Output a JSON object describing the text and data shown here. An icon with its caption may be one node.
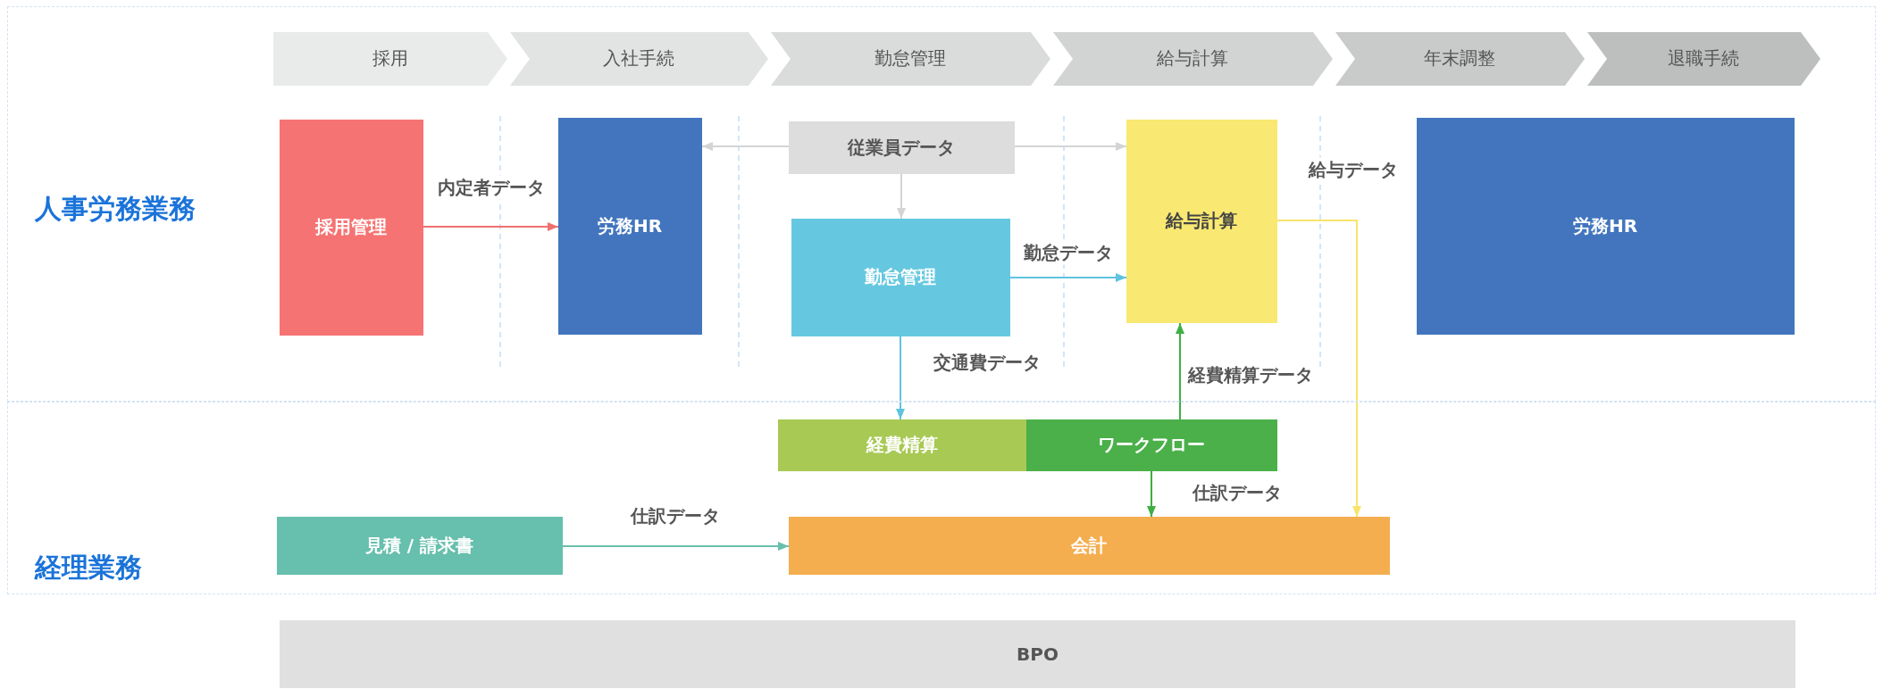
{
  "diagram": {
    "nodes": [
      {
        "text": [
          "人事労務業務"
        ]
      },
      {
        "text": [
          "採用"
        ],
        "in": 0
      },
      {
        "text": [
          "入社手続"
        ],
        "in": 0
      },
      {
        "text": [
          "勤怠管理"
        ],
        "in": 0
      },
      {
        "text": [
          "給与計算"
        ],
        "in": 0
      },
      {
        "text": [
          "年末調整"
        ],
        "in": 0
      },
      {
        "text": [
          "退職手続"
        ],
        "in": 0
      },
      {
        "text": [
          "採用管理"
        ],
        "in": 0
      },
      {
        "text": [
          "労務HR"
        ],
        "in": 0
      },
      {
        "text": [
          "従業員データ"
        ],
        "in": 0
      },
      {
        "text": [
          "勤怠管理"
        ],
        "in": 0
      },
      {
        "text": [
          "給与計算"
        ],
        "in": 0
      },
      {
        "text": [
          "労務HR"
        ],
        "in": 0
      },
      {
        "text": [
          "経理業務"
        ]
      },
      {
        "text": [
          "経費精算"
        ],
        "in": 13
      },
      {
        "text": [
          "ワークフロー"
        ],
        "in": 13
      },
      {
        "text": [
          "見積 / 請求書"
        ],
        "in": 13
      },
      {
        "text": [
          "会計"
        ],
        "in": 13
      },
      {
        "text": [
          "BPO"
        ]
      }
    ],
    "edges": [
      {
        "from": 7,
        "to": 8,
        "arrow": "to",
        "label": "内定者データ",
        "color": "#f07070"
      },
      {
        "from": 9,
        "to": 8,
        "arrow": "to",
        "color": "#d4d4d4"
      },
      {
        "from": 9,
        "to": 11,
        "arrow": "to",
        "color": "#d4d4d4"
      },
      {
        "from": 9,
        "to": 10,
        "arrow": "to",
        "color": "#d4d4d4"
      },
      {
        "from": 10,
        "to": 11,
        "arrow": "to",
        "label": "勤怠データ",
        "color": "#5ec4de"
      },
      {
        "from": 10,
        "to": 14,
        "arrow": "to",
        "label": "交通費データ",
        "color": "#5ec4de"
      },
      {
        "from": 15,
        "to": 11,
        "arrow": "to",
        "label": "経費精算データ",
        "color": "#3fae44"
      },
      {
        "from": 15,
        "to": 17,
        "arrow": "to",
        "label": "仕訳データ",
        "color": "#3fae44"
      },
      {
        "from": 11,
        "to": 17,
        "arrow": "to",
        "label": "給与データ",
        "color": "#f9e46a"
      },
      {
        "from": 16,
        "to": 17,
        "arrow": "to",
        "label": "仕訳データ",
        "color": "#67bfad"
      }
    ]
  }
}
